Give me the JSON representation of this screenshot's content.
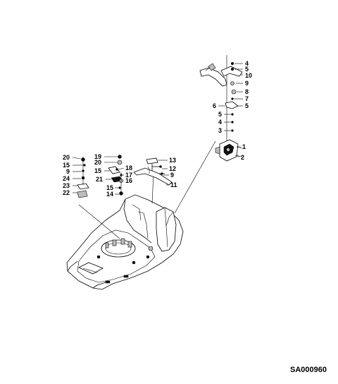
{
  "drawing_code": "SA000960",
  "callouts": {
    "c1": "1",
    "c2": "2",
    "c3": "3",
    "c4a": "4",
    "c4b": "4",
    "c5a": "5",
    "c5b": "5",
    "c5c": "5",
    "c6": "6",
    "c7": "7",
    "c8": "8",
    "c9a": "9",
    "c9b": "9",
    "c9c": "9",
    "c10": "10",
    "c11": "11",
    "c12": "12",
    "c13": "13",
    "c14": "14",
    "c15a": "15",
    "c15b": "15",
    "c15c": "15",
    "c16": "16",
    "c17": "17",
    "c18": "18",
    "c19": "19",
    "c20a": "20",
    "c20b": "20",
    "c21": "21",
    "c22": "22",
    "c23": "23",
    "c24": "24"
  }
}
